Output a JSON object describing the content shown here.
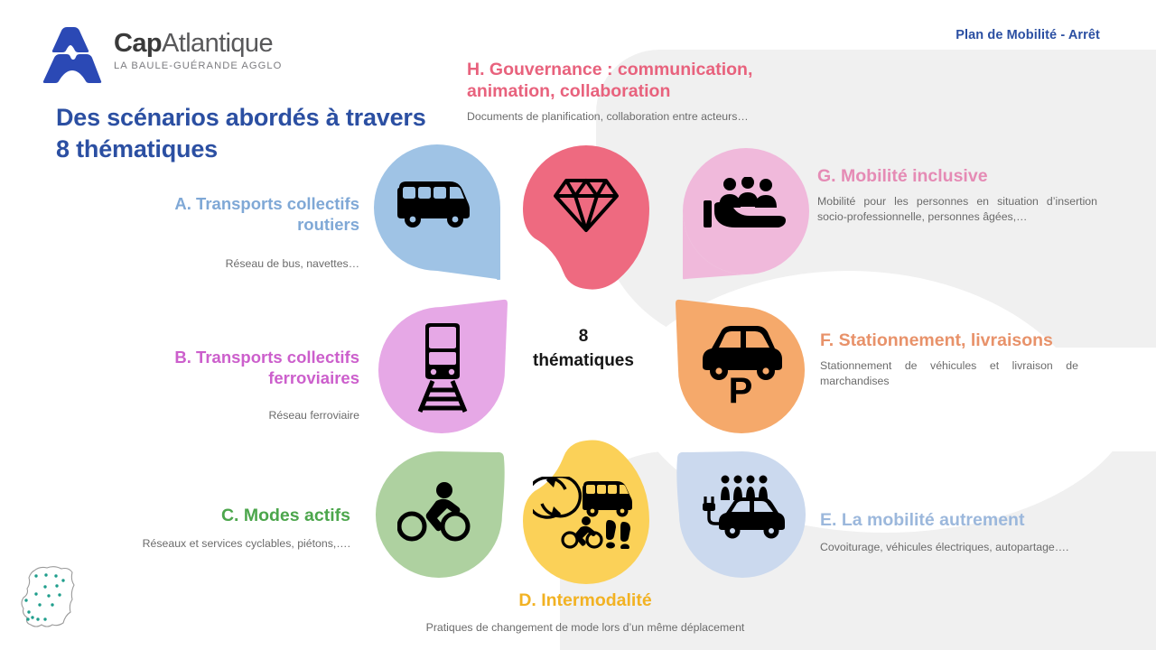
{
  "header": {
    "title": "Plan de Mobilité - Arrêt"
  },
  "logo": {
    "name_bold": "Cap",
    "name_light": "Atlantique",
    "tagline": "LA BAULE-GUÉRANDE AGGLO",
    "mark_color": "#2B49B5"
  },
  "main_title": "Des scénarios abordés à travers 8 thématiques",
  "center": {
    "number": "8",
    "label": "thématiques"
  },
  "themes": [
    {
      "key": "A",
      "head": "A. Transports collectifs routiers",
      "desc": "Réseau de bus, navettes…",
      "color": "#7FA8D6",
      "petal_color": "#9FC3E5",
      "icon": "bus-icon"
    },
    {
      "key": "B",
      "head": "B. Transports collectifs ferroviaires",
      "desc": "Réseau ferroviaire",
      "color": "#C martin",
      "petal_color": "#E6A8E6",
      "icon": "train-icon"
    },
    {
      "key": "C",
      "head": "C. Modes actifs",
      "desc": "Réseaux et services cyclables, piétons,….",
      "color": "#55A councils",
      "petal_color": "#AED1A0",
      "icon": "cyclist-icon"
    },
    {
      "key": "D",
      "head": "D. Intermodalité",
      "desc": "Pratiques de changement de mode lors d’un même déplacement",
      "color": "#F2B223",
      "petal_color": "#FBD158",
      "icon": "intermodality-icon"
    },
    {
      "key": "E",
      "head": "E. La mobilité autrement",
      "desc": "Covoiturage, véhicules électriques, autopartage….",
      "color": "#9CB8DC",
      "petal_color": "#CBD9EE",
      "icon": "electric-car-people-icon"
    },
    {
      "key": "F",
      "head": "F. Stationnement, livraisons",
      "desc": "Stationnement de véhicules et livraison de marchandises",
      "color": "#E8926A",
      "petal_color": "#F5A96B",
      "icon": "car-parking-icon"
    },
    {
      "key": "G",
      "head": "G. Mobilité inclusive",
      "desc": "Mobilité pour les personnes en situation d’insertion socio-professionnelle, personnes âgées,…",
      "color": "#E58BB5",
      "petal_color": "#F0B9DB",
      "icon": "hand-people-icon"
    },
    {
      "key": "H",
      "head": "H. Gouvernance : communication, animation, collaboration",
      "desc": "Documents de planification, collaboration entre acteurs…",
      "color": "#E8627D",
      "petal_color": "#EE6A80",
      "icon": "diamond-icon"
    }
  ],
  "theme_colors": {
    "A_head": "#7FA8D6",
    "B_head": "#CC5FCC",
    "C_head": "#4CA64C",
    "D_head": "#F2B223",
    "E_head": "#9CB8DC",
    "F_head": "#E8926A",
    "G_head": "#E58BB5",
    "H_head": "#E8627D"
  },
  "territory_map": {
    "name": "territory-map-outline",
    "outline_color": "#9a9a9a",
    "dot_color": "#1f9e8c"
  }
}
